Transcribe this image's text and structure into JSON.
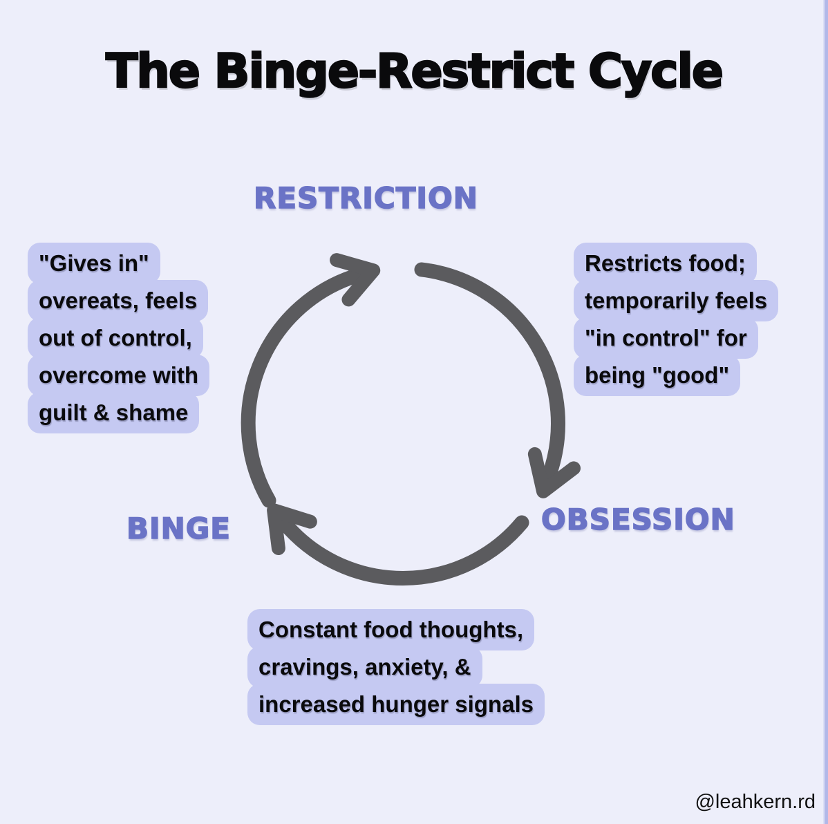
{
  "title": "The Binge-Restrict Cycle",
  "watermark": "@leahkern.rd",
  "colors": {
    "background": "#EDEEFA",
    "box": "#C5C9F2",
    "label": "#6A73C6",
    "arrow": "#5B5B5E",
    "text": "#0A0A0C",
    "edge_stripe": "#B2B8E8"
  },
  "diagram": {
    "type": "cycle",
    "direction": "clockwise",
    "stages": [
      {
        "label": "RESTRICTION",
        "position": "top",
        "note_lines": [
          "Restricts food;",
          "temporarily feels",
          "\"in control\" for",
          "being \"good\""
        ]
      },
      {
        "label": "OBSESSION",
        "position": "bottom-right",
        "note_lines": [
          "Constant food thoughts,",
          "cravings, anxiety, &",
          "increased hunger signals"
        ]
      },
      {
        "label": "BINGE",
        "position": "bottom-left",
        "note_lines": [
          "\"Gives in\"",
          "overeats, feels",
          "out of control,",
          "overcome with",
          "guilt & shame"
        ]
      }
    ]
  }
}
